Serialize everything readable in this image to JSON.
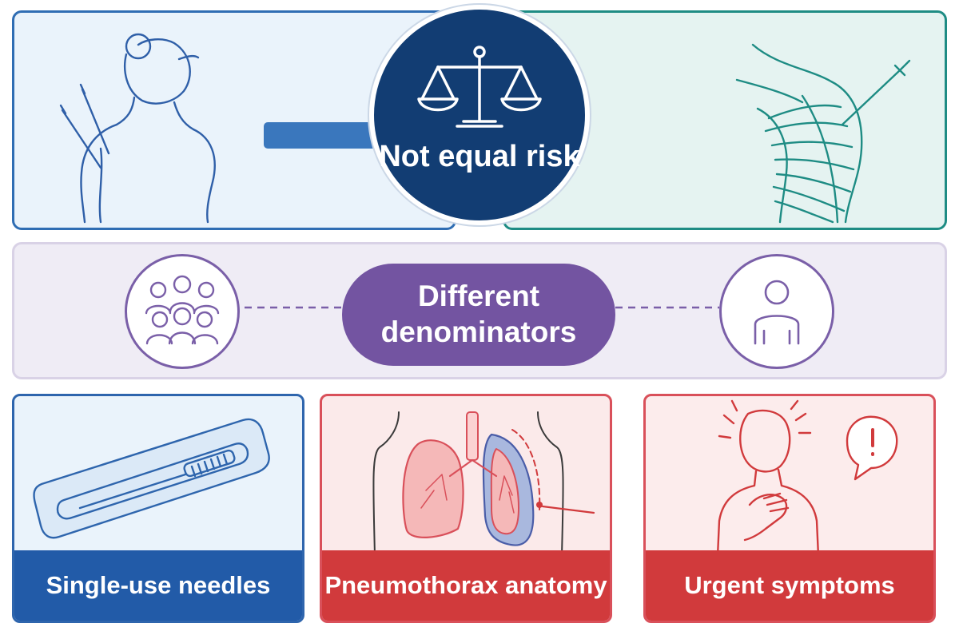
{
  "center_badge": {
    "text": "Not equal risk",
    "icon": "balance-scale-icon"
  },
  "denominator_pill": {
    "text": "Different denominators"
  },
  "panels": {
    "left_icon": "acupuncture-back-icon",
    "right_icon": "shoulder-injection-icon",
    "group_icon": "group-people-icon",
    "individual_icon": "single-person-icon"
  },
  "cards": [
    {
      "label": "Single-use needles",
      "icon": "sterile-needle-package-icon"
    },
    {
      "label": "Pneumothorax anatomy",
      "icon": "collapsed-lung-icon"
    },
    {
      "label": "Urgent symptoms",
      "icon": "chest-pain-alert-icon"
    }
  ],
  "colors": {
    "navy": "#123d73",
    "blue": "#2f6db3",
    "teal": "#1e8c84",
    "purple": "#7354a1",
    "red": "#d13a3c"
  }
}
